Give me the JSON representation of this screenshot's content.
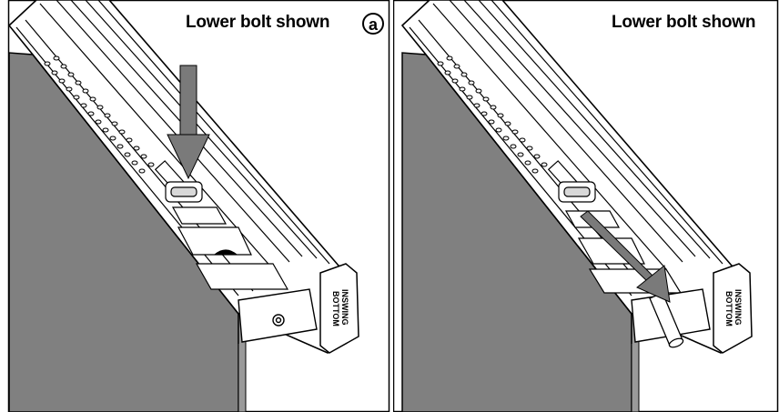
{
  "panels": [
    {
      "caption": "Lower bolt shown",
      "marker": "a",
      "bracket_line1": "INSWING",
      "bracket_line2": "BOTTOM"
    },
    {
      "caption": "Lower bolt shown",
      "bracket_line1": "INSWING",
      "bracket_line2": "BOTTOM"
    }
  ],
  "colors": {
    "door": "#808080",
    "arrow": "#7a7a7a",
    "stroke": "#000000",
    "background": "#ffffff"
  }
}
